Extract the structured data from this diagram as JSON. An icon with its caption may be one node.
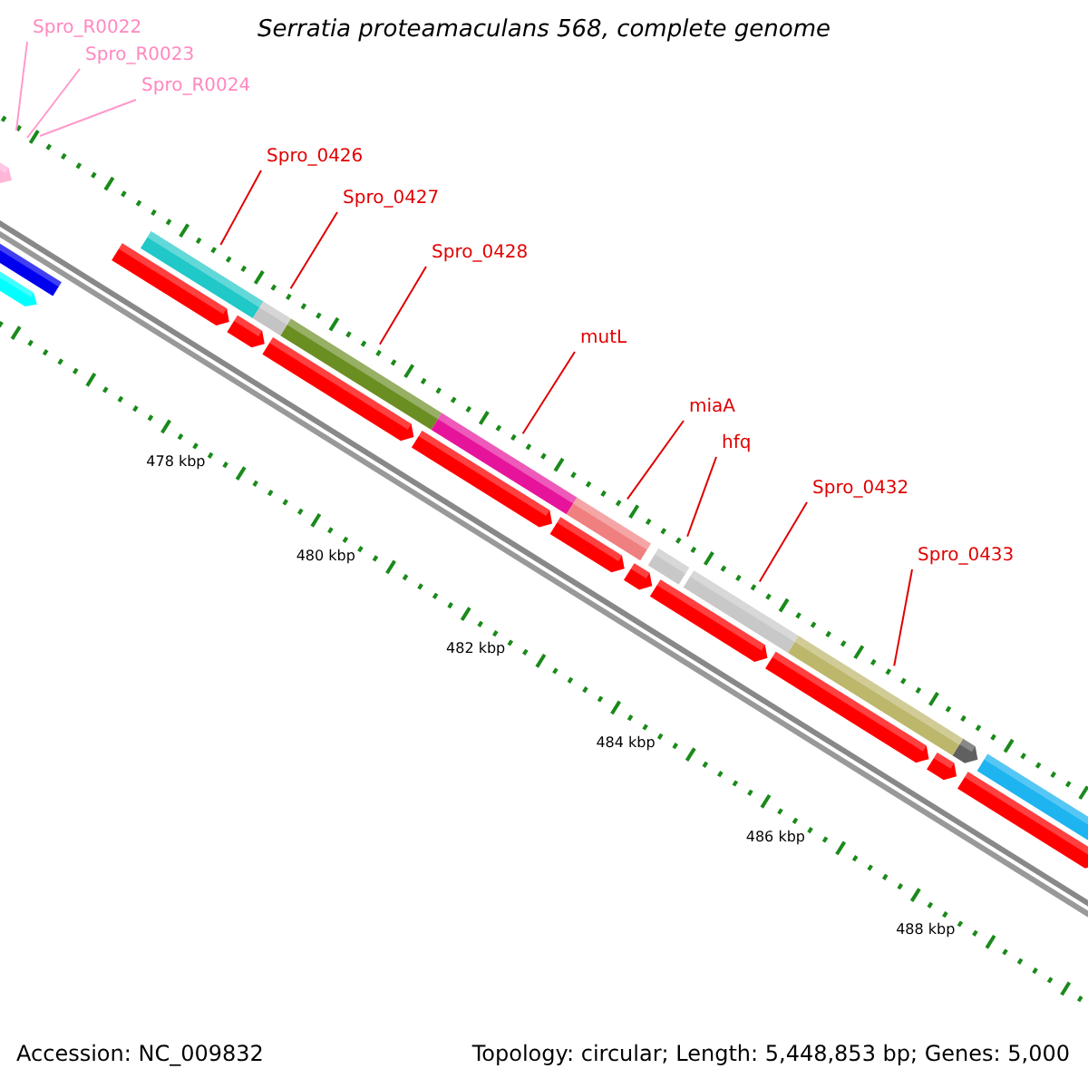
{
  "diagram": {
    "title": "Serratia proteamaculans 568, complete genome",
    "nodes": [
      {
        "text": [
          "Spro_R0022"
        ]
      },
      {
        "text": [
          "Spro_R0023"
        ]
      },
      {
        "text": [
          "Spro_R0024"
        ]
      },
      {
        "text": [
          "Spro_0426"
        ]
      },
      {
        "text": [],
        "shape": "bar"
      },
      {
        "text": [
          "Spro_0427"
        ]
      },
      {
        "text": [],
        "shape": "bar"
      },
      {
        "text": [
          "Spro_0428"
        ]
      },
      {
        "text": [],
        "shape": "bar"
      },
      {
        "text": [
          "mutL"
        ]
      },
      {
        "text": [],
        "shape": "bar"
      },
      {
        "text": [
          "miaA"
        ]
      },
      {
        "text": [],
        "shape": "bar"
      },
      {
        "text": [
          "hfq"
        ]
      },
      {
        "text": [],
        "shape": "bar"
      },
      {
        "text": [
          "Spro_0432"
        ]
      },
      {
        "text": [],
        "shape": "bar"
      },
      {
        "text": [
          "Spro_0433"
        ]
      },
      {
        "text": [],
        "shape": "bar"
      }
    ],
    "edges": [
      {
        "from": 0,
        "to": null,
        "arrow": "none",
        "color": "#ff99cc"
      },
      {
        "from": 1,
        "to": null,
        "arrow": "none",
        "color": "#ff99cc"
      },
      {
        "from": 2,
        "to": null,
        "arrow": "none",
        "color": "#ff99cc"
      },
      {
        "from": 3,
        "to": 4,
        "arrow": "none"
      },
      {
        "from": 5,
        "to": 6,
        "arrow": "none"
      },
      {
        "from": 7,
        "to": 8,
        "arrow": "none"
      },
      {
        "from": 9,
        "to": 10,
        "arrow": "none"
      },
      {
        "from": 11,
        "to": 12,
        "arrow": "none"
      },
      {
        "from": 13,
        "to": 14,
        "arrow": "none"
      },
      {
        "from": 15,
        "to": 16,
        "arrow": "none"
      },
      {
        "from": 17,
        "to": 18,
        "arrow": "none"
      }
    ],
    "labels": [
      "478 kbp",
      "480 kbp",
      "482 kbp",
      "484 kbp",
      "486 kbp",
      "488 kbp",
      "Accession: NC_009832",
      "Topology: circular; Length: 5,448,853 bp; Genes: 5,000"
    ]
  }
}
